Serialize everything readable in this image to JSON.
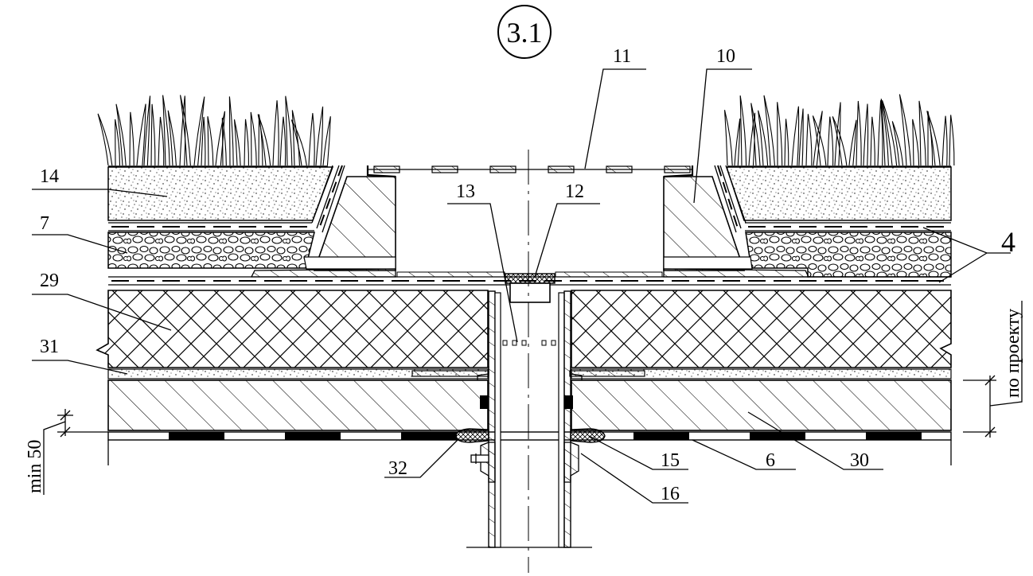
{
  "detail_number": "3.1",
  "callouts": {
    "c4": "4",
    "c6": "6",
    "c7": "7",
    "c10": "10",
    "c11": "11",
    "c12": "12",
    "c13": "13",
    "c14": "14",
    "c15": "15",
    "c16": "16",
    "c29": "29",
    "c30": "30",
    "c31": "31",
    "c32": "32"
  },
  "dimensions": {
    "min_label": "min 50",
    "project_label": "по проекту"
  },
  "colors": {
    "line": "#000000",
    "background": "#ffffff"
  }
}
